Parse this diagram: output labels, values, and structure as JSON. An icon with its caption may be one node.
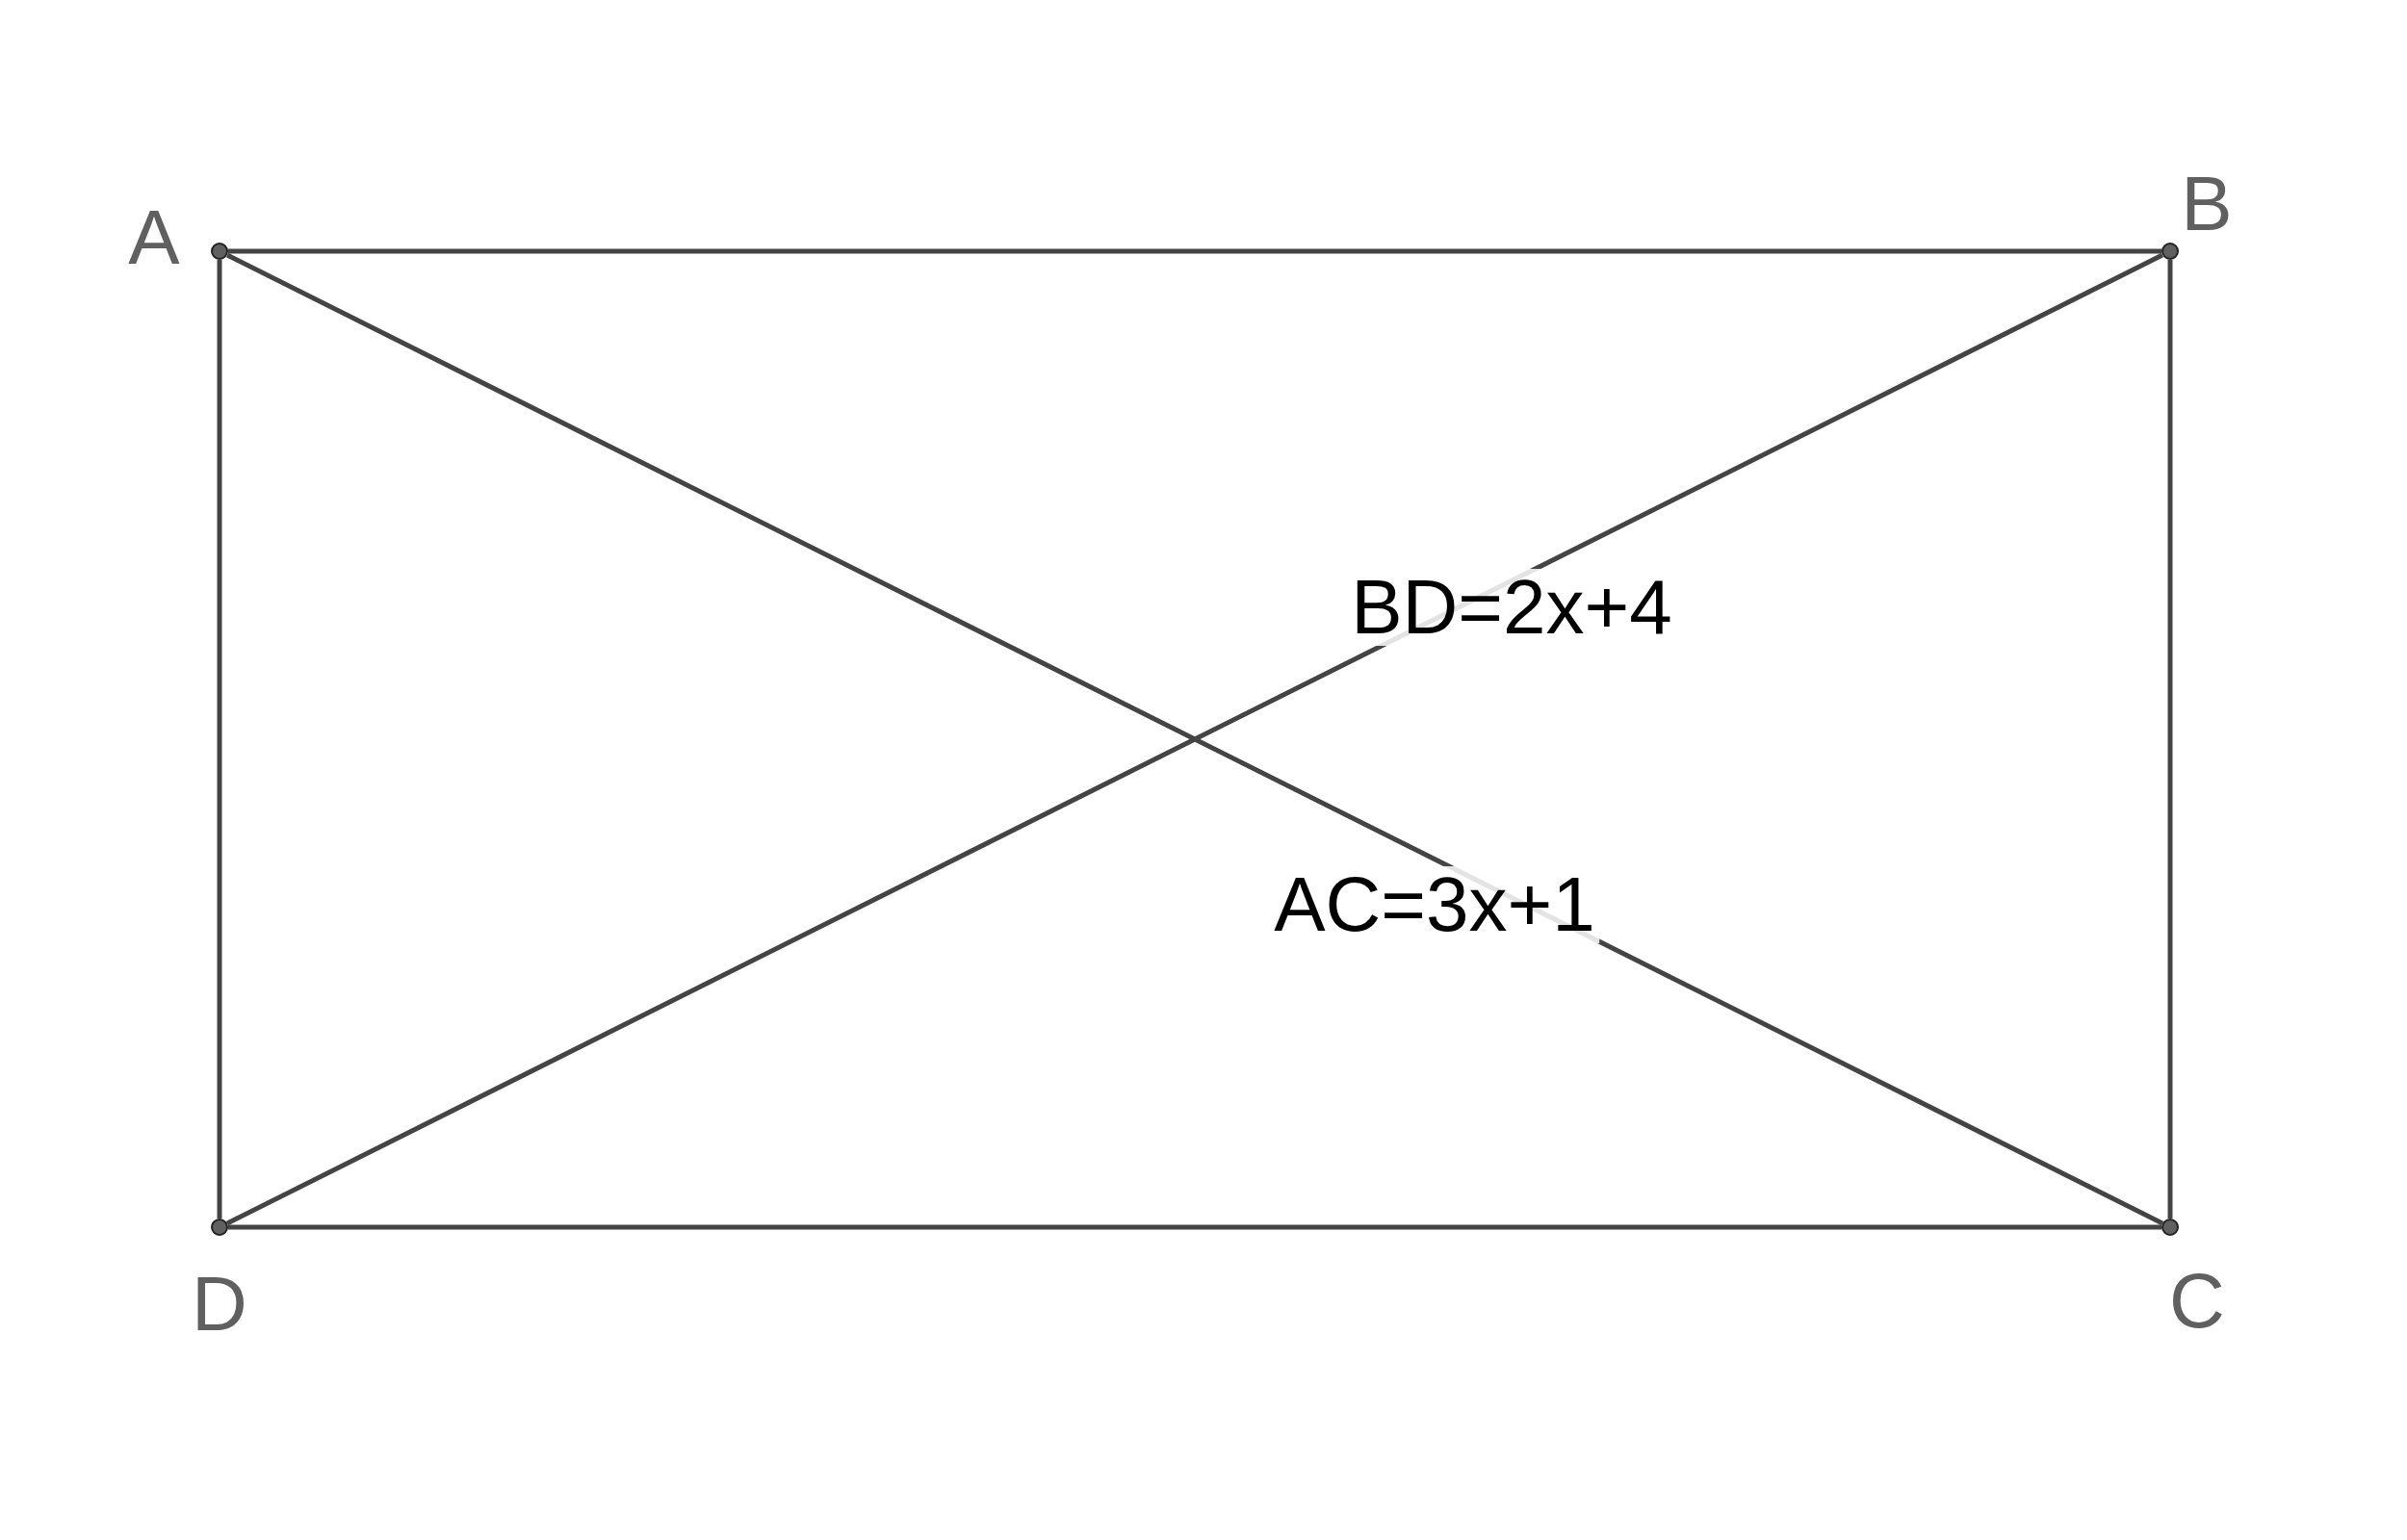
{
  "diagram": {
    "nodes": [
      {
        "text": [],
        "shape": "circle",
        "beside": [
          "A"
        ]
      },
      {
        "text": [],
        "shape": "circle",
        "beside": [
          "B"
        ]
      },
      {
        "text": [],
        "shape": "circle",
        "beside": [
          "C"
        ]
      },
      {
        "text": [],
        "shape": "circle",
        "beside": [
          "D"
        ]
      }
    ],
    "edges": [
      {
        "from": 0,
        "to": 1,
        "arrow": "none"
      },
      {
        "from": 1,
        "to": 2,
        "arrow": "none"
      },
      {
        "from": 2,
        "to": 3,
        "arrow": "none"
      },
      {
        "from": 3,
        "to": 0,
        "arrow": "none"
      },
      {
        "from": 1,
        "to": 3,
        "arrow": "none",
        "label": "BD=2x+4"
      },
      {
        "from": 0,
        "to": 2,
        "arrow": "none",
        "label": "AC=3x+1"
      }
    ]
  }
}
